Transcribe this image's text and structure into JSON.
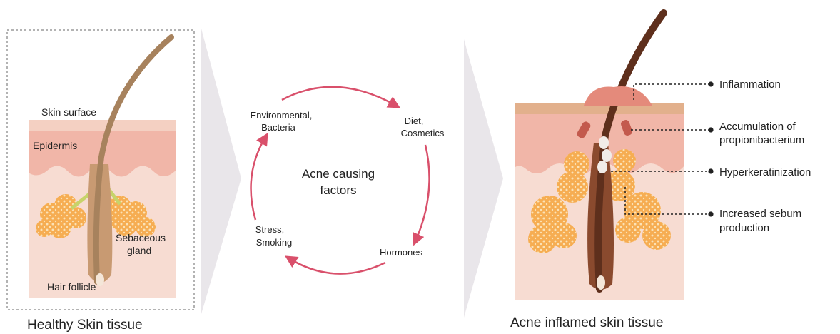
{
  "healthy": {
    "caption": "Healthy Skin tissue",
    "labels": {
      "skin_surface": "Skin surface",
      "epidermis": "Epidermis",
      "sebaceous_line1": "Sebaceous",
      "sebaceous_line2": "gland",
      "hair_follicle": "Hair follicle"
    }
  },
  "cycle": {
    "center_line1": "Acne causing",
    "center_line2": "factors",
    "factors": [
      {
        "line1": "Environmental,",
        "line2": "Bacteria"
      },
      {
        "line1": "Diet,",
        "line2": "Cosmetics"
      },
      {
        "line1": "Hormones",
        "line2": ""
      },
      {
        "line1": "Stress,",
        "line2": "Smoking"
      }
    ]
  },
  "acne": {
    "caption": "Acne inflamed skin tissue",
    "callouts": [
      {
        "line1": "Inflammation",
        "line2": ""
      },
      {
        "line1": "Accumulation of",
        "line2": "propionibacterium"
      },
      {
        "line1": "Hyperkeratinization",
        "line2": ""
      },
      {
        "line1": "Increased sebum",
        "line2": "production"
      }
    ]
  },
  "colors": {
    "surface": "#f4d0c2",
    "epidermis": "#f1b6a8",
    "dermis": "#f7dcd2",
    "hair": "#6b3a24",
    "hair_healthy": "#a7825d",
    "gland": "#f6ad52",
    "arrow": "#d9506b",
    "chevron": "#e9e6ea"
  }
}
